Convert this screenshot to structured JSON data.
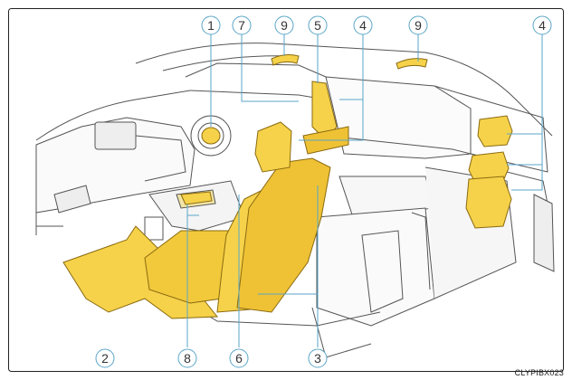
{
  "figure_code": "CLYPIBX023",
  "callouts": [
    "1",
    "2",
    "3",
    "4",
    "5",
    "6",
    "7",
    "8",
    "9"
  ],
  "colors": {
    "highlight": "#f6d24a",
    "highlight_dark": "#d9ad1c",
    "line": "#5aa6c8",
    "outline": "#555555"
  }
}
